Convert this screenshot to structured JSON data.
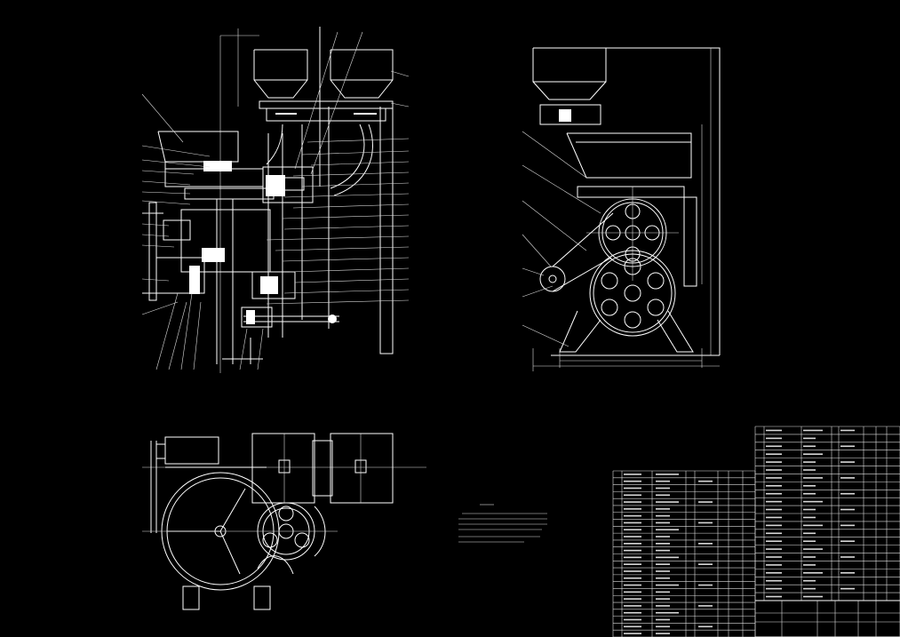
{
  "drawing": {
    "background": "#000000",
    "line_color": "#ffffff",
    "views": [
      {
        "id": "front-section-view",
        "kind": "sectional elevation"
      },
      {
        "id": "side-view",
        "kind": "side elevation"
      },
      {
        "id": "plan-view",
        "kind": "top view"
      }
    ],
    "technical_notes": [],
    "title_block": {
      "rows": [],
      "sheet_label": ""
    }
  }
}
